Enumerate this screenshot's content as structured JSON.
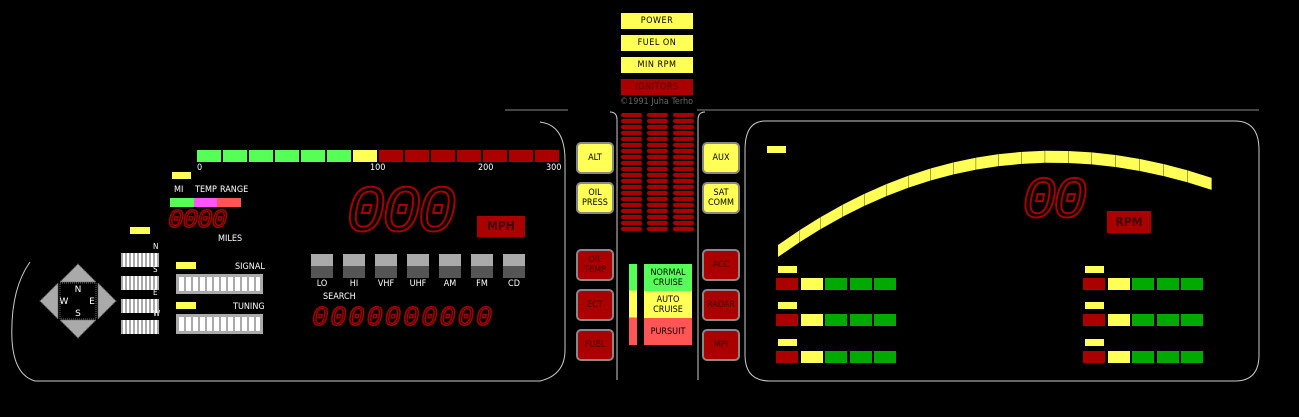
{
  "status_lamps": [
    {
      "label": "POWER",
      "on": true
    },
    {
      "label": "FUEL  ON",
      "on": true
    },
    {
      "label": "MIN  RPM",
      "on": true
    },
    {
      "label": "IGNITORS",
      "on": false
    }
  ],
  "copyright": "©1991 Juha Terho",
  "left_buttons": [
    {
      "label": "ALT",
      "color": "yellow"
    },
    {
      "label": "OIL\nPRESS",
      "color": "yellow"
    },
    {
      "label": "OIL\nTEMP",
      "color": "red"
    },
    {
      "label": "ECT",
      "color": "red"
    },
    {
      "label": "FUEL",
      "color": "red"
    }
  ],
  "right_buttons": [
    {
      "label": "AUX",
      "color": "yellow"
    },
    {
      "label": "SAT\nCOMM",
      "color": "yellow"
    },
    {
      "label": "ACC",
      "color": "red"
    },
    {
      "label": "RADAR",
      "color": "red"
    },
    {
      "label": "MPI",
      "color": "red"
    }
  ],
  "cruise_modes": [
    {
      "label": "NORMAL\nCRUISE",
      "color": "#55ff55"
    },
    {
      "label": "AUTO\nCRUISE",
      "color": "#ffff55"
    },
    {
      "label": "PURSUIT",
      "color": "#ff5555"
    }
  ],
  "speed_bar": {
    "ticks": [
      "0",
      "100",
      "200",
      "300"
    ],
    "segments": [
      "g",
      "g",
      "g",
      "g",
      "g",
      "g",
      "y",
      "r",
      "r",
      "r",
      "r",
      "r",
      "r",
      "r"
    ]
  },
  "odometer": {
    "labels": [
      "MI",
      "TEMP",
      "RANGE"
    ],
    "value": "0000",
    "unit": "MILES"
  },
  "speed": {
    "value": "000",
    "unit": "MPH"
  },
  "compass": {
    "labels": [
      "N",
      "W",
      "E",
      "S"
    ]
  },
  "direction_bars": [
    "N",
    "S",
    "E",
    "W"
  ],
  "signal_label": "SIGNAL",
  "tuning_label": "TUNING",
  "radio_bands": [
    "LO",
    "HI",
    "VHF",
    "UHF",
    "AM",
    "FM",
    "CD"
  ],
  "search_label": "SEARCH",
  "search_display": "0000000000",
  "rpm": {
    "value": "00",
    "unit": "RPM"
  },
  "colors": {
    "yellow": "#ffff55",
    "red": "#aa0000",
    "green": "#55ff55",
    "darkgreen": "#00aa00",
    "magenta": "#ff55ff",
    "salmon": "#ff5555"
  }
}
